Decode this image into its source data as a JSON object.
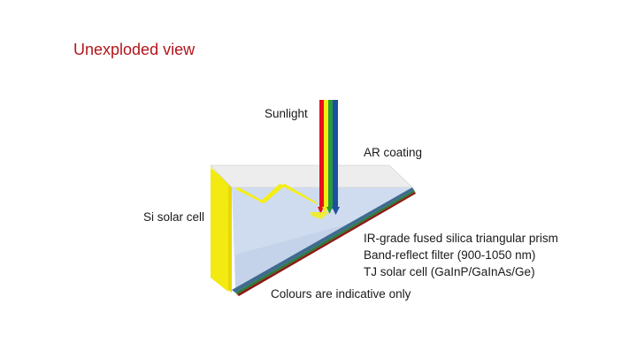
{
  "slide": {
    "title": "Unexploded view",
    "labels": {
      "sunlight": "Sunlight",
      "ar_coating": "AR coating",
      "si_solar_cell": "Si solar cell",
      "prism": "IR-grade fused silica triangular prism",
      "filter": "Band-reflect filter (900-1050 nm)",
      "tj_cell": "TJ solar cell (GaInP/GaInAs/Ge)",
      "disclaimer": "Colours are indicative only"
    }
  },
  "colors": {
    "title": "#b3151c",
    "beam_red": "#e8101a",
    "beam_yellow": "#f5ee14",
    "beam_green": "#2a9a3c",
    "beam_blue": "#1f4fa0",
    "si_cell": "#f2ea10",
    "prism_top": "#ededed",
    "prism_face": "#cfdcf0",
    "filter_layer": "#3f6b8f",
    "tj_layer_1": "#2a7a3a",
    "tj_layer_2": "#8a1a14"
  }
}
